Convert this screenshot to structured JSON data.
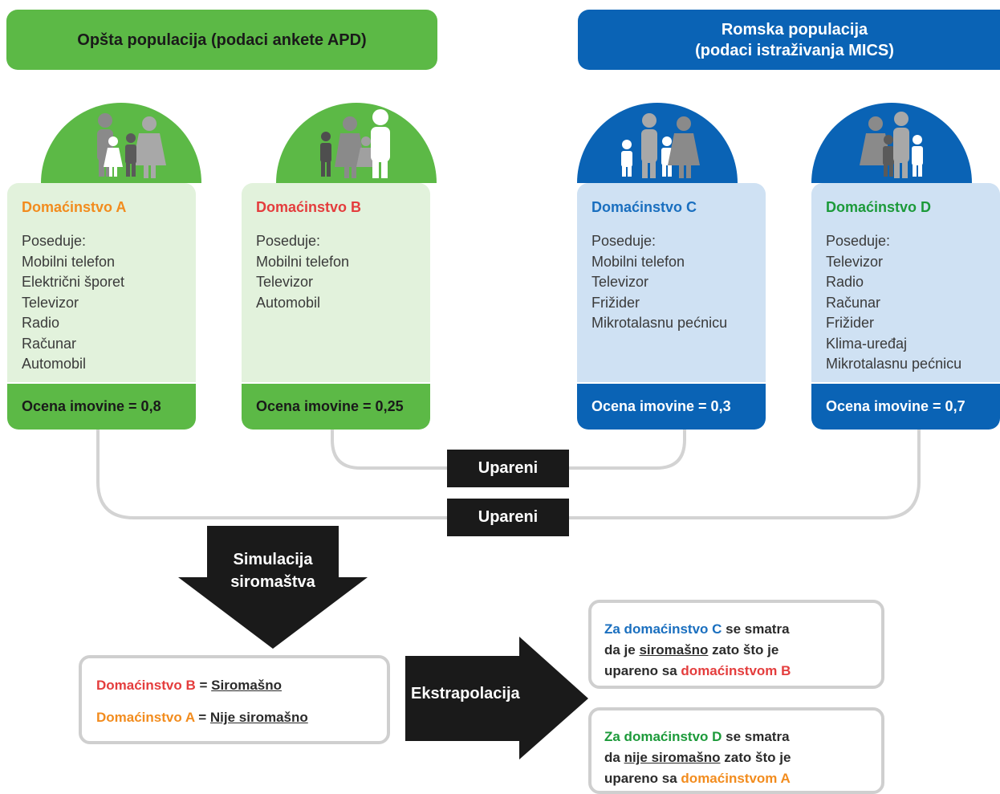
{
  "banners": {
    "general": "Opšta populacija (podaci ankete APD)",
    "roma_line1": "Romska populacija",
    "roma_line2": "(podaci istraživanja MICS)"
  },
  "households": [
    {
      "title": "Domaćinstvo A",
      "owns_label": "Poseduje:",
      "items": [
        "Mobilni telefon",
        "Električni šporet",
        "Televizor",
        "Radio",
        "Računar",
        "Automobil"
      ],
      "score": "Ocena imovine = 0,8",
      "title_color": "#f28c1e"
    },
    {
      "title": "Domaćinstvo B",
      "owns_label": "Poseduje:",
      "items": [
        "Mobilni telefon",
        "Televizor",
        "Automobil"
      ],
      "score": "Ocena imovine = 0,25",
      "title_color": "#e43d3d"
    },
    {
      "title": "Domaćinstvo C",
      "owns_label": "Poseduje:",
      "items": [
        "Mobilni telefon",
        "Televizor",
        "Frižider",
        "Mikrotalasnu pećnicu"
      ],
      "score": "Ocena imovine = 0,3",
      "title_color": "#1a6fbf"
    },
    {
      "title": "Domaćinstvo D",
      "owns_label": "Poseduje:",
      "items": [
        "Televizor",
        "Radio",
        "Računar",
        "Frižider",
        "Klima-uređaj",
        "Mikrotalasnu pećnicu"
      ],
      "score": "Ocena imovine = 0,7",
      "title_color": "#1c9a3a"
    }
  ],
  "matched": [
    "Upareni",
    "Upareni"
  ],
  "simulation": {
    "line1": "Simulacija",
    "line2": "siromaštva"
  },
  "extrapolation": "Ekstrapolacija",
  "result": {
    "b_name": "Domaćinstvo B",
    "eq": "=",
    "b_status": "Siromašno",
    "a_name": "Domaćinstvo A",
    "a_status": "Nije siromašno"
  },
  "conclusion_c": {
    "l1_a": "Za domaćinstvo C",
    "l1_b": " se smatra",
    "l2_a": "da je ",
    "l2_b": "siromašno",
    "l2_c": " zato što je",
    "l3_a": "upareno sa ",
    "l3_b": "domaćinstvom B"
  },
  "conclusion_d": {
    "l1_a": "Za domaćinstvo D",
    "l1_b": " se smatra",
    "l2_a": "da ",
    "l2_b": "nije siromašno",
    "l2_c": " zato što je",
    "l3_a": "upareno sa ",
    "l3_b": "domaćinstvom A"
  },
  "colors": {
    "green": "#5cb946",
    "blue": "#0a63b5",
    "light_green": "#e2f2dc",
    "light_blue": "#cfe1f3",
    "connector": "#d3d3d3",
    "dark": "#1a1a1a"
  },
  "icons": [
    "family-icon"
  ]
}
